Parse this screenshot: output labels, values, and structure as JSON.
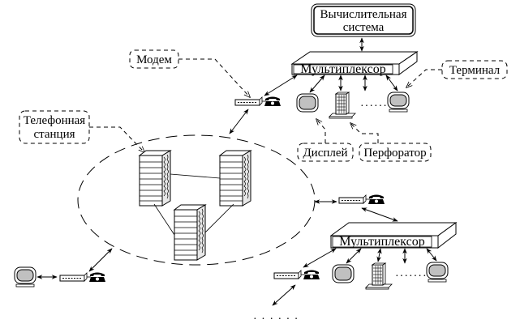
{
  "diagram": {
    "title": "",
    "computing_system": {
      "line1": "Вычислительная",
      "line2": "система"
    },
    "multiplexer_top": {
      "label": "Мультиплексор"
    },
    "multiplexer_bottom": {
      "label": "Мультиплексор"
    },
    "callouts": {
      "modem": "Модем",
      "terminal": "Терминал",
      "phone_station_line1": "Телефонная",
      "phone_station_line2": "станция",
      "display": "Дисплей",
      "punch": "Перфоратор"
    },
    "ellipsis_top": "·······",
    "ellipsis_bottom_right": "·······",
    "ellipsis_bottom": "· · · · · ·",
    "colors": {
      "line": "#000000",
      "screen_fill": "#c0c0c0",
      "background": "#ffffff"
    }
  }
}
